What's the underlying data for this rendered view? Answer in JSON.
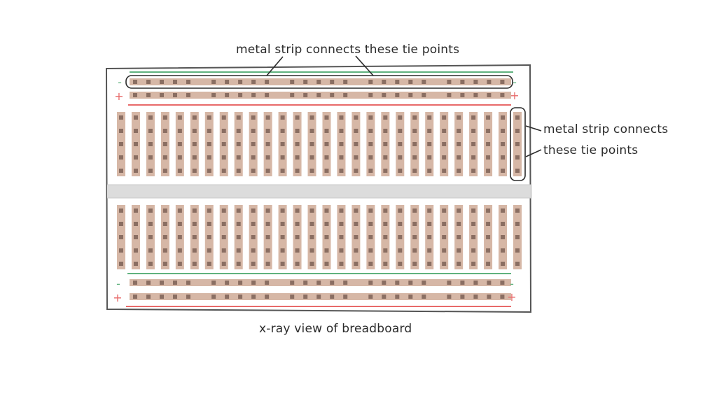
{
  "diagram": {
    "top_callout": "metal strip connects these tie points",
    "side_callout_line1": "metal strip connects",
    "side_callout_line2": "these tie points",
    "caption": "x-ray view of breadboard",
    "rail_minus_symbol": "-",
    "rail_plus_symbol": "+",
    "rows_per_terminal_block": 5,
    "columns": 28,
    "holes_per_power_rail": 25,
    "colors": {
      "strip": "#d6b7a6",
      "hole": "#8a6e62",
      "board_outline": "#555555",
      "channel": "#dcdcdc",
      "minus_rail": "#5fb27e",
      "plus_rail": "#e86a6a",
      "callout": "#2b2b2b"
    }
  }
}
